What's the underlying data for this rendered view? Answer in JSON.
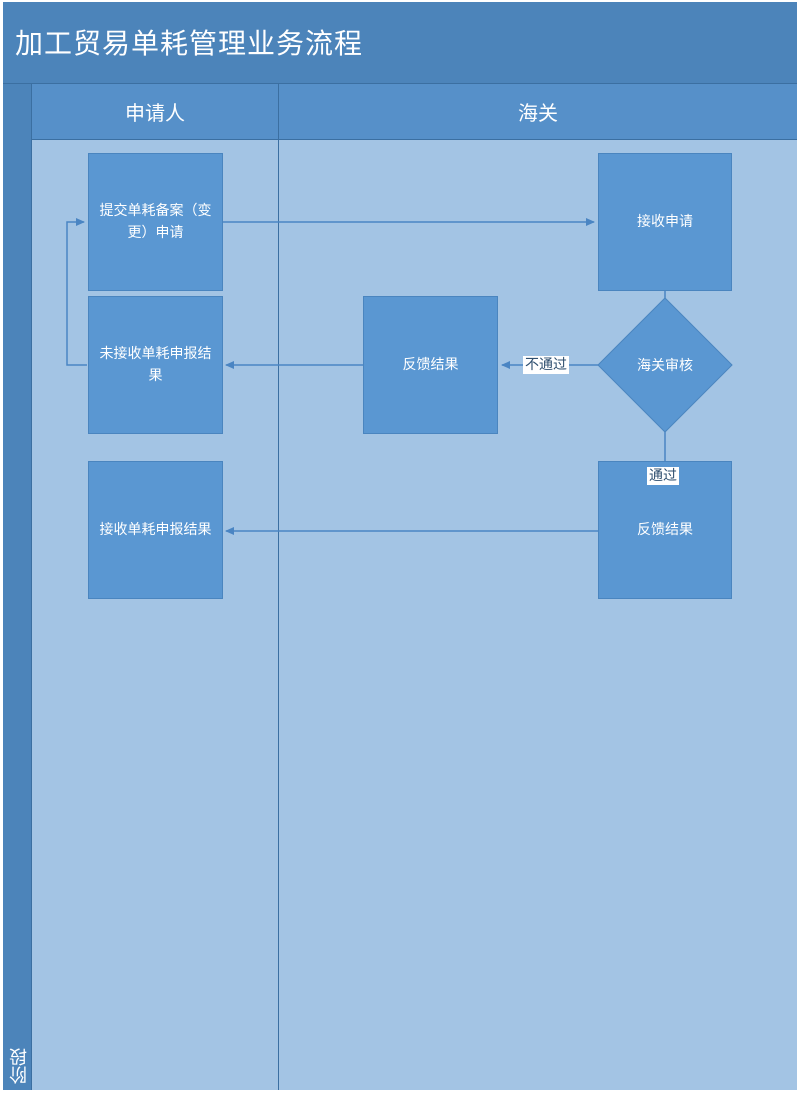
{
  "diagram": {
    "title": "加工贸易单耗管理业务流程",
    "stage_label": "阶段",
    "lanes": {
      "applicant": "申请人",
      "customs": "海关"
    },
    "nodes": {
      "submit": "提交单耗备案（变更）申请",
      "receive_application": "接收申请",
      "customs_review": "海关审核",
      "feedback_rejected": "反馈结果",
      "not_received": "未接收单耗申报结果",
      "feedback_approved": "反馈结果",
      "received_result": "接收单耗申报结果"
    },
    "edge_labels": {
      "rejected": "不通过",
      "approved": "通过"
    },
    "colors": {
      "title_bar": "#4c84ba",
      "lane_header": "#5690c9",
      "lane_body": "#a3c4e4",
      "node_fill": "#5a97d2",
      "connector": "#4a85c3"
    }
  }
}
